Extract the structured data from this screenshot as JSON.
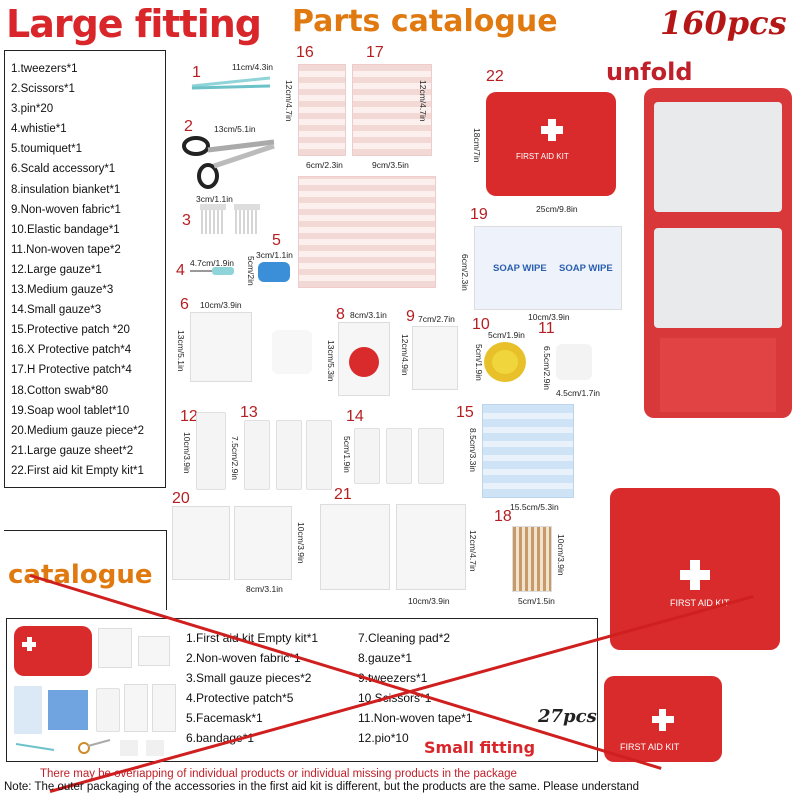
{
  "headings": {
    "large_fitting": "Large fitting",
    "parts_catalogue": "Parts catalogue",
    "count": "160pcs",
    "unfold": "unfold",
    "catalogue": "catalogue",
    "small_fitting": "Small fitting",
    "small_count": "27pcs"
  },
  "large_list": [
    "1.tweezers*1",
    "2.Scissors*1",
    "3.pin*20",
    "4.whistie*1",
    "5.toumiquet*1",
    "6.Scald accessory*1",
    "8.insulation bianket*1",
    "9.Non-woven fabric*1",
    "10.Elastic bandage*1",
    "11.Non-woven tape*2",
    "12.Large gauze*1",
    "13.Medium gauze*3",
    "14.Small gauze*3",
    "15.Protective patch *20",
    "16.X Protective patch*4",
    "17.H Protective patch*4",
    "18.Cotton swab*80",
    "19.Soap wool tablet*10",
    "20.Medium gauze piece*2",
    "21.Large gauze sheet*2",
    "22.First aid kit Empty kit*1"
  ],
  "small_list_left": [
    "1.First aid kit Empty kit*1",
    "2.Non-woven fabric*1",
    "3.Small gauze pieces*2",
    "4.Protective patch*5",
    "5.Facemask*1",
    "6.bandage*1"
  ],
  "small_list_right": [
    "7.Cleaning pad*2",
    "8.gauze*1",
    "9.tweezers*1",
    "10.Scissors*1",
    "11.Non-woven tape*1",
    "12.pio*10"
  ],
  "parts": {
    "n1": "1",
    "d1": "11cm/4.3in",
    "n2": "2",
    "d2": "13cm/5.1in",
    "d2b": "3cm/1.1in",
    "n3": "3",
    "n4": "4",
    "d4": "4.7cm/1.9in",
    "n5": "5",
    "d5": "3cm/1.1in",
    "d5b": "5cm/2in",
    "n6": "6",
    "d6": "10cm/3.9in",
    "d6b": "13cm/5.1in",
    "n8": "8",
    "d8": "8cm/3.1in",
    "d8b": "13cm/5.3in",
    "n9": "9",
    "d9": "7cm/2.7in",
    "d9b": "12cm/4.9in",
    "n10": "10",
    "d10": "5cm/1.9in",
    "d10b": "5cm/1.9in",
    "n11": "11",
    "d11": "4.5cm/1.7in",
    "d11b": "6.5cm/2.9in",
    "n12": "12",
    "d12": "10cm/3.9in",
    "n13": "13",
    "d13": "7.5cm/2.9in",
    "n14": "14",
    "d14": "5cm/1.9in",
    "n15": "15",
    "d15": "15.5cm/5.3in",
    "d15b": "8.5cm/3.3in",
    "n16": "16",
    "d16": "6cm/2.3in",
    "d16b": "12cm/4.7in",
    "n17": "17",
    "d17": "9cm/3.5in",
    "d17b": "12cm/4.7in",
    "n18": "18",
    "d18": "5cm/1.5in",
    "d18b": "10cm/3.9in",
    "n19": "19",
    "d19": "10cm/3.9in",
    "d19b": "6cm/2.3in",
    "n20": "20",
    "d20": "8cm/3.1in",
    "d20b": "10cm/3.9in",
    "n21": "21",
    "d21": "10cm/3.9in",
    "d21b": "12cm/4.7in",
    "n22": "22",
    "d22": "25cm/9.8in",
    "d22b": "18cm/7in"
  },
  "labels": {
    "soap_wipe": "SOAP WIPE",
    "first_aid_kit": "FIRST AID KIT",
    "first_aid_kit_mirrored": "FIRST AID KIT"
  },
  "notes": {
    "overlap": "There may be overiapping of individual products or individual missing products in the package",
    "packaging": "Note: The outer packaging of the accessories in the first aid kit is different, but the products are the same. Please understand"
  },
  "colors": {
    "brand_red": "#d92b2b",
    "heading_orange": "#e07a10"
  }
}
